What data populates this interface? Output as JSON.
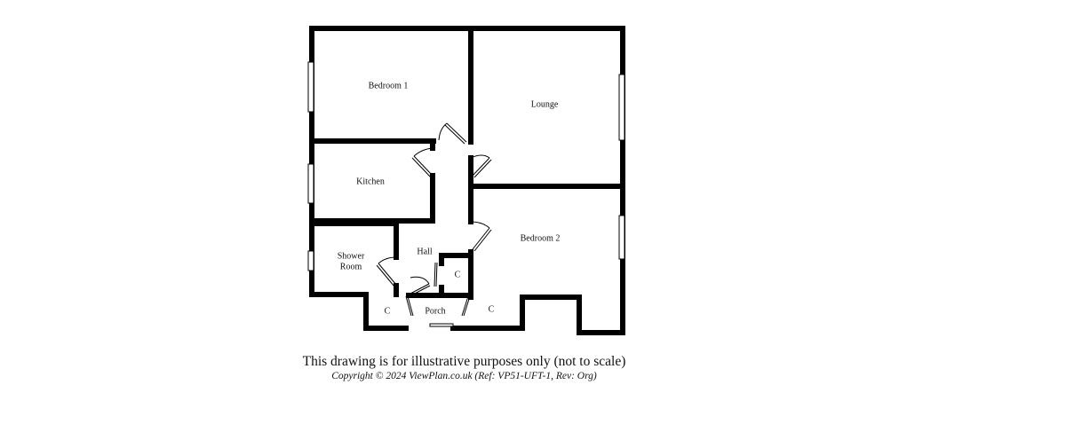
{
  "rooms": {
    "bedroom1": "Bedroom 1",
    "lounge": "Lounge",
    "kitchen": "Kitchen",
    "shower_line1": "Shower",
    "shower_line2": "Room",
    "hall": "Hall",
    "bedroom2": "Bedroom 2",
    "porch": "Porch",
    "cupboard_hall": "C",
    "cupboard_left": "C",
    "cupboard_right": "C"
  },
  "footer": {
    "disclaimer": "This drawing is for illustrative purposes only (not to scale)",
    "copyright": "Copyright © 2024 ViewPlan.co.uk  (Ref: VP51-UFT-1,  Rev: Org)"
  }
}
